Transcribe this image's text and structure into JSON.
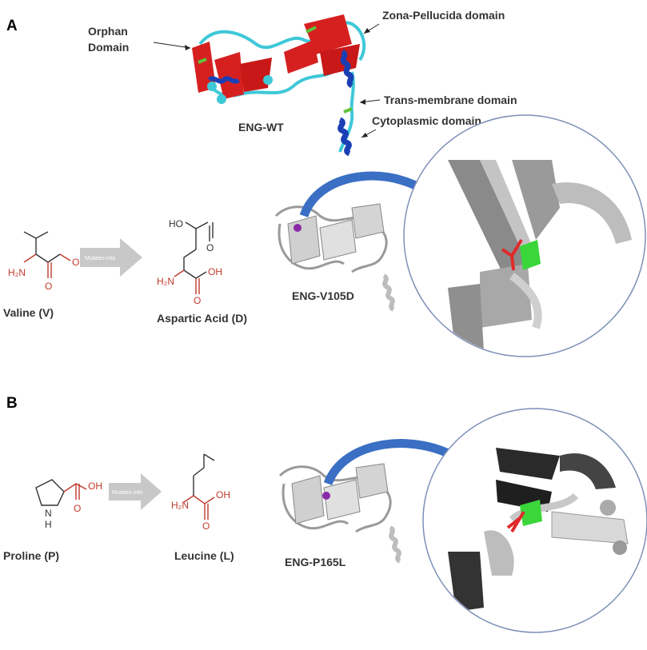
{
  "panel_a": {
    "label": "A",
    "wt_label": "ENG-WT",
    "domains": {
      "orphan_line1": "Orphan",
      "orphan_line2": "Domain",
      "zona": "Zona-Pellucida domain",
      "transmembrane": "Trans-membrane domain",
      "cytoplasmic": "Cytoplasmic domain"
    },
    "from_residue": "Valine (V)",
    "arrow_text": "Mutates into",
    "to_residue": "Aspartic Acid (D)",
    "mutant_label": "ENG-V105D",
    "atoms": {
      "nh2": "H₂N",
      "oh": "OH",
      "ho": "HO",
      "o": "O"
    }
  },
  "panel_b": {
    "label": "B",
    "from_residue": "Proline (P)",
    "arrow_text": "Mutates into",
    "to_residue": "Leucine (L)",
    "mutant_label": "ENG-P165L",
    "atoms": {
      "nh": "N",
      "h": "H",
      "nh2": "H₂N",
      "oh": "OH",
      "o": "O"
    }
  },
  "colors": {
    "helix": "#1a3fb5",
    "sheet": "#d62020",
    "coil": "#3ec8d8",
    "turn": "#5ec43a",
    "curved_arrow": "#3a6fc4",
    "circle": "#7d8fb8",
    "acid_red": "#c0392b",
    "mutant_green": "#3ad63a"
  }
}
